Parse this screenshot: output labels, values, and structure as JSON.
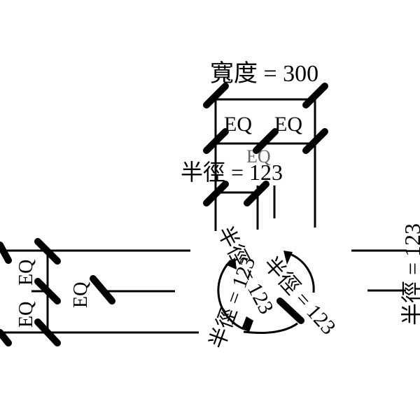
{
  "drawing": {
    "top_dimension": {
      "label": "寬度 = 300",
      "eq_labels": [
        "EQ",
        "EQ"
      ],
      "hidden_label": "EQ"
    },
    "radius_top": {
      "label": "半徑 = 123"
    },
    "center_radii": {
      "label_a": "半徑 = 123",
      "label_b": "半徑 = 123",
      "label_c": "半徑 = 123"
    },
    "left_dimension": {
      "eq_labels": [
        "EQ",
        "EQ"
      ],
      "eq_single": "EQ"
    },
    "right_radius": {
      "label": "半徑 = 123"
    },
    "colors": {
      "ink": "#000000",
      "background": "#ffffff"
    }
  }
}
